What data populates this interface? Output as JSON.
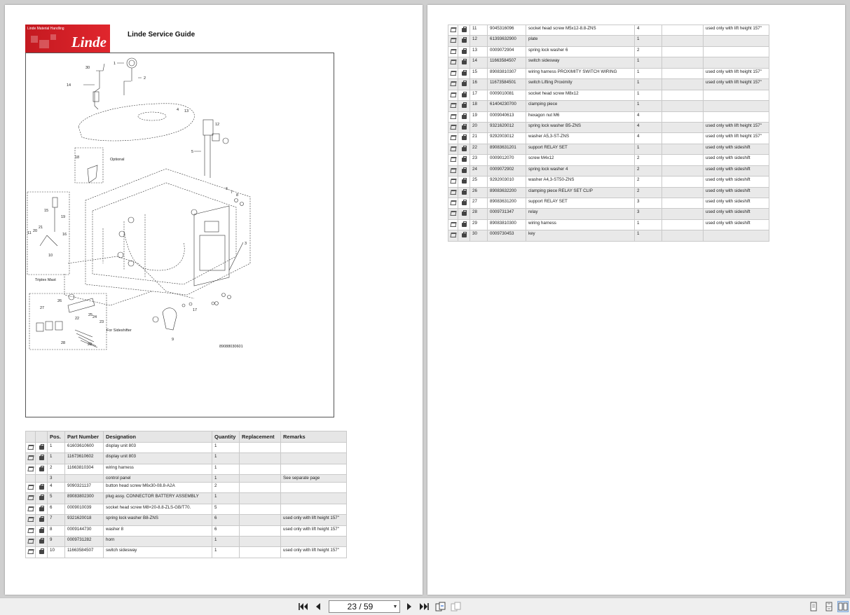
{
  "header": {
    "logo_small": "Linde Material Handling",
    "logo_brand": "Linde",
    "title": "Linde Service Guide"
  },
  "diagram": {
    "labels": {
      "optional": "Optional",
      "triplex": "Triplex Mast",
      "sideshifter": "For Sideshifter",
      "drawing_no": "89088030601"
    },
    "callouts": [
      "1",
      "2",
      "3",
      "4",
      "5",
      "6",
      "7",
      "8",
      "9",
      "10",
      "11",
      "12",
      "13",
      "14",
      "15",
      "16",
      "17",
      "18",
      "19",
      "20",
      "21",
      "22",
      "23",
      "24",
      "25",
      "26",
      "27",
      "28",
      "29",
      "30"
    ]
  },
  "table_headers": [
    "",
    "",
    "Pos.",
    "Part Number",
    "Designation",
    "Quantity",
    "Replacement",
    "Remarks"
  ],
  "rows_left": [
    {
      "pos": "1",
      "part": "61603610600",
      "desc": "display unit 803",
      "qty": "1",
      "rem": "",
      "icons": true
    },
    {
      "pos": "1",
      "part": "11673610602",
      "desc": "display unit 803",
      "qty": "1",
      "rem": "",
      "icons": true
    },
    {
      "pos": "2",
      "part": "11663810304",
      "desc": "wiring harness",
      "qty": "1",
      "rem": "",
      "icons": true
    },
    {
      "pos": "3",
      "part": "",
      "desc": "control panel",
      "qty": "1",
      "rem": "See separate page",
      "icons": false
    },
    {
      "pos": "4",
      "part": "9090321137",
      "desc": "button head screw M6x30-08.8-A2A",
      "qty": "2",
      "rem": "",
      "icons": true
    },
    {
      "pos": "5",
      "part": "89083802300",
      "desc": "plug assy. CONNECTOR BATTERY ASSEMBLY",
      "qty": "1",
      "rem": "",
      "icons": true
    },
    {
      "pos": "6",
      "part": "0009010039",
      "desc": "socket head screw M8×20-8.8-ZLS-GB/T70.",
      "qty": "5",
      "rem": "",
      "icons": true
    },
    {
      "pos": "7",
      "part": "9321620018",
      "desc": "spring lock washer B8-ZNS",
      "qty": "6",
      "rem": "used only with lift height 157\"",
      "icons": true
    },
    {
      "pos": "8",
      "part": "0009144730",
      "desc": "washer 8",
      "qty": "6",
      "rem": "used only with lift height 157\"",
      "icons": true
    },
    {
      "pos": "9",
      "part": "0009731282",
      "desc": "horn",
      "qty": "1",
      "rem": "",
      "icons": true
    },
    {
      "pos": "10",
      "part": "11663584507",
      "desc": "switch sidesway",
      "qty": "1",
      "rem": "used only with lift height 157\"",
      "icons": true
    }
  ],
  "rows_right": [
    {
      "pos": "11",
      "part": "9045316096",
      "desc": "socket head screw M5x12-8.8-ZNS",
      "qty": "4",
      "rem": "used only with lift height 157\"",
      "icons": true
    },
    {
      "pos": "12",
      "part": "61393632900",
      "desc": "plate",
      "qty": "1",
      "rem": "",
      "icons": true
    },
    {
      "pos": "13",
      "part": "0009072904",
      "desc": "spring lock washer 6",
      "qty": "2",
      "rem": "",
      "icons": true
    },
    {
      "pos": "14",
      "part": "11663584507",
      "desc": "switch sidesway",
      "qty": "1",
      "rem": "",
      "icons": true
    },
    {
      "pos": "15",
      "part": "89083810307",
      "desc": "wiring harness PROXIMITY SWITCH WIRING",
      "qty": "1",
      "rem": "used only with lift height 157\"",
      "icons": true
    },
    {
      "pos": "16",
      "part": "11673584501",
      "desc": "switch Lifting Proximity",
      "qty": "1",
      "rem": "used only with lift height 157\"",
      "icons": true
    },
    {
      "pos": "17",
      "part": "0009010081",
      "desc": "socket head screw M8x12",
      "qty": "1",
      "rem": "",
      "icons": true
    },
    {
      "pos": "18",
      "part": "61404230700",
      "desc": "clamping piece",
      "qty": "1",
      "rem": "",
      "icons": true
    },
    {
      "pos": "19",
      "part": "0009040613",
      "desc": "hexagon nut M6",
      "qty": "4",
      "rem": "",
      "icons": true
    },
    {
      "pos": "20",
      "part": "9321620012",
      "desc": "spring lock washer B5-ZNS",
      "qty": "4",
      "rem": "used only with lift height 157\"",
      "icons": true
    },
    {
      "pos": "21",
      "part": "9292003012",
      "desc": "washer A5,3-ST-ZNS",
      "qty": "4",
      "rem": "used only with lift height 157\"",
      "icons": true
    },
    {
      "pos": "22",
      "part": "89083631201",
      "desc": "support RELAY SET",
      "qty": "1",
      "rem": "used only with sideshift",
      "icons": true
    },
    {
      "pos": "23",
      "part": "0009012070",
      "desc": "screw M4x12",
      "qty": "2",
      "rem": "used only with sideshift",
      "icons": true
    },
    {
      "pos": "24",
      "part": "0009072902",
      "desc": "spring lock washer 4",
      "qty": "2",
      "rem": "used only with sideshift",
      "icons": true
    },
    {
      "pos": "25",
      "part": "9292003010",
      "desc": "washer A4,3-ST50-ZNS",
      "qty": "2",
      "rem": "used only with sideshift",
      "icons": true
    },
    {
      "pos": "26",
      "part": "89083632200",
      "desc": "clamping piece RELAY SET CLIP",
      "qty": "2",
      "rem": "used only with sideshift",
      "icons": true
    },
    {
      "pos": "27",
      "part": "89083631200",
      "desc": "support RELAY SET",
      "qty": "3",
      "rem": "used only with sideshift",
      "icons": true
    },
    {
      "pos": "28",
      "part": "0009731347",
      "desc": "relay",
      "qty": "3",
      "rem": "used only with sideshift",
      "icons": true
    },
    {
      "pos": "29",
      "part": "89083810300",
      "desc": "wiring harness",
      "qty": "1",
      "rem": "used only with sideshift",
      "icons": true
    },
    {
      "pos": "30",
      "part": "0009730453",
      "desc": "key",
      "qty": "1",
      "rem": "",
      "icons": true
    }
  ],
  "toolbar": {
    "page_value": "23 / 59",
    "first_icon": "first-page-icon",
    "prev_icon": "prev-page-icon",
    "next_icon": "next-page-icon",
    "last_icon": "last-page-icon"
  },
  "colors": {
    "brand_red": "#d4202a",
    "row_alt": "#e9e9e9",
    "header_bg": "#e6e6e6"
  }
}
